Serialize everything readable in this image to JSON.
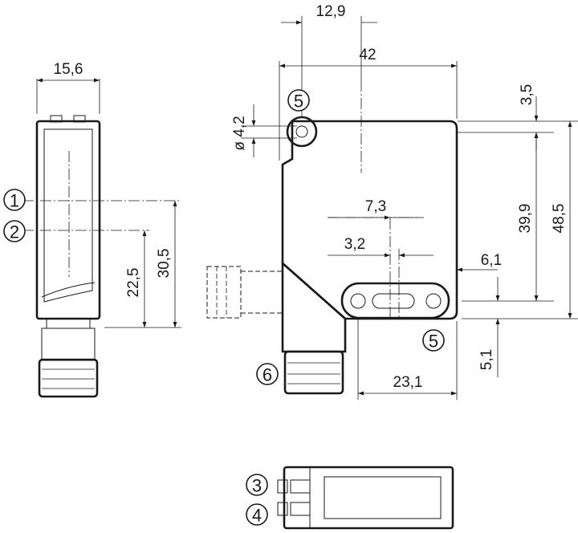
{
  "dimensions": {
    "width_side": "15,6",
    "offset_top": "12,9",
    "width_front": "42",
    "hole_dia": "ø 4,2",
    "top_offset": "3,5",
    "height_mid": "39,9",
    "height_total": "48,5",
    "spacing_a": "7,3",
    "spacing_b": "3,2",
    "slot_offset": "6,1",
    "height_low": "22,5",
    "height_high": "30,5",
    "bottom_offset": "5,1",
    "base_width": "23,1"
  },
  "callouts": [
    "1",
    "2",
    "3",
    "4",
    "5",
    "5",
    "6"
  ]
}
